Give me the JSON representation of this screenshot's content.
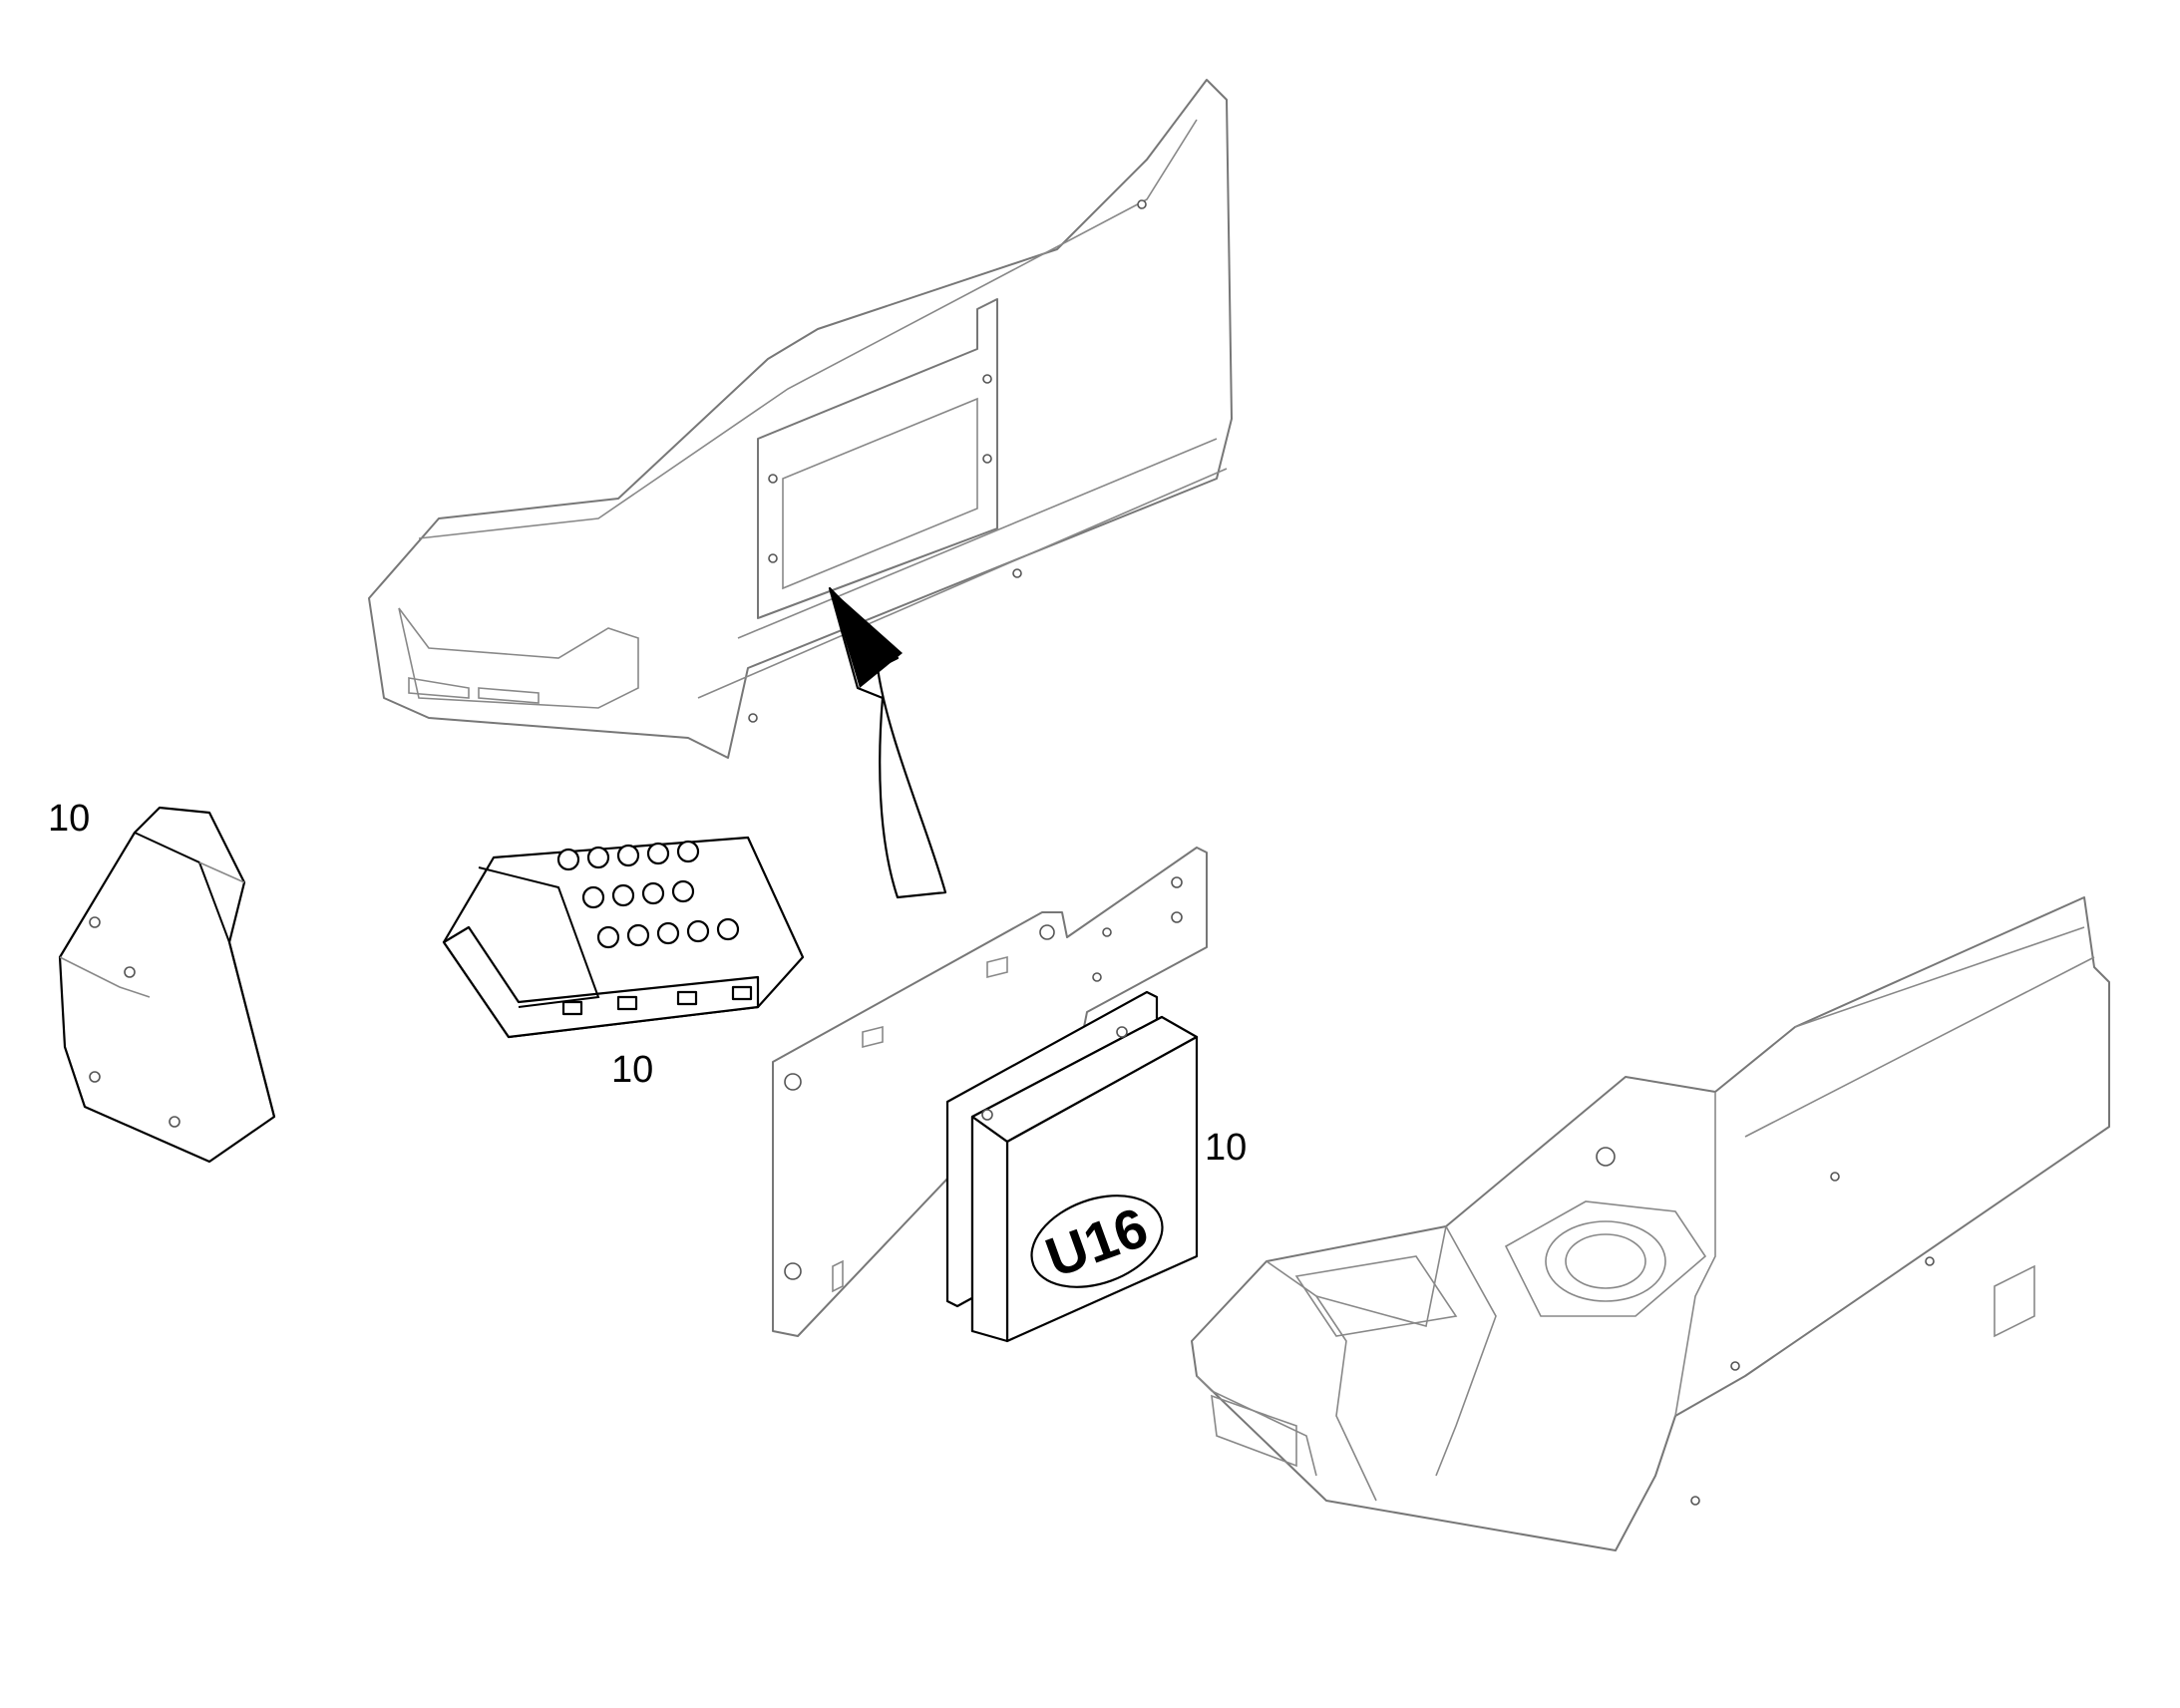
{
  "callouts": [
    {
      "id": "c1",
      "text": "10"
    },
    {
      "id": "c2",
      "text": "10"
    },
    {
      "id": "c3",
      "text": "10"
    }
  ],
  "module_label": "U16",
  "colors": {
    "line": "#000000",
    "light_line": "#888888",
    "background": "#ffffff"
  }
}
